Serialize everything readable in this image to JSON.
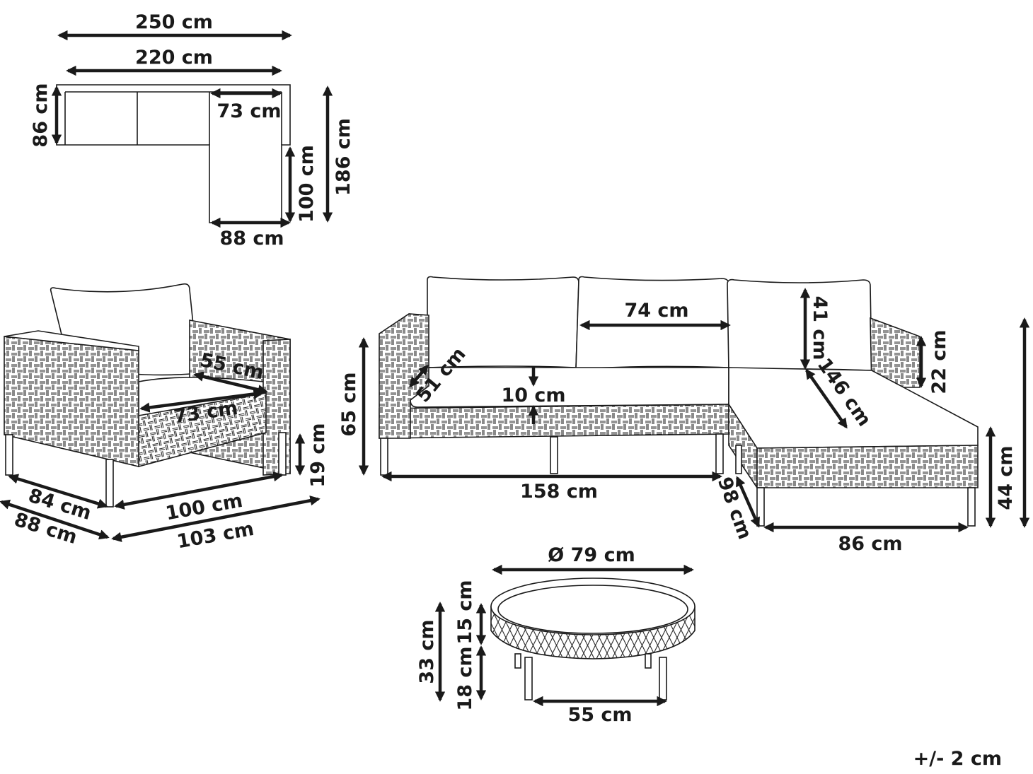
{
  "top_plan": {
    "total_width": "250 cm",
    "sofa_width": "220 cm",
    "sofa_depth": "86 cm",
    "chaise_width": "73 cm",
    "total_depth": "186 cm",
    "chaise_length": "100 cm",
    "chaise_depth": "88 cm"
  },
  "armchair": {
    "seat_depth": "55 cm",
    "seat_width": "73 cm",
    "leg_height": "19 cm",
    "inner_depth": "84 cm",
    "outer_depth": "88 cm",
    "inner_width": "100 cm",
    "outer_width": "103 cm"
  },
  "corner_sofa": {
    "height": "65 cm",
    "armrest_depth": "51 cm",
    "cushion_thickness": "10 cm",
    "cushion_width": "74 cm",
    "back_cushion_height": "41 cm",
    "armrest_height": "22 cm",
    "chaise_diagonal": "146 cm",
    "seat_height": "44 cm",
    "chaise_depth": "98 cm",
    "chaise_width": "86 cm",
    "base_width": "158 cm"
  },
  "coffee_table": {
    "diameter": "Ø 79 cm",
    "total_height": "33 cm",
    "top_height": "15 cm",
    "leg_height": "18 cm",
    "leg_span": "55 cm"
  },
  "tolerance": "+/- 2 cm"
}
